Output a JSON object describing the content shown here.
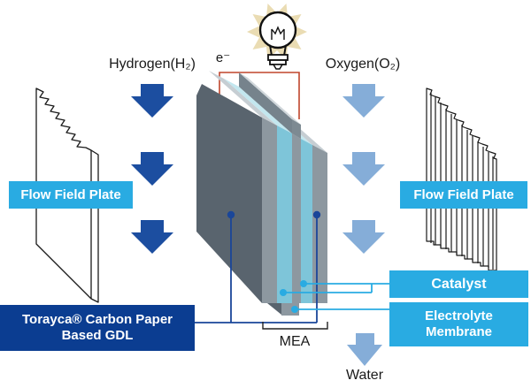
{
  "labels": {
    "hydrogen": "Hydrogen(H₂)",
    "oxygen": "Oxygen(O₂)",
    "electron": "e⁻",
    "water": "Water",
    "mea": "MEA",
    "flow_field_plate_left": "Flow Field Plate",
    "flow_field_plate_right": "Flow Field Plate",
    "catalyst": "Catalyst",
    "electrolyte_line1": "Electrolyte",
    "electrolyte_line2": "Membrane",
    "gdl_line1": "Torayca® Carbon Paper",
    "gdl_line2": "Based GDL"
  },
  "icons": {
    "light_bulb": "light-bulb-icon",
    "down_arrow_dark": "down-arrow-icon-dark-blue",
    "down_arrow_light": "down-arrow-icon-light-blue"
  },
  "colors": {
    "accent_cyan": "#29ABE2",
    "gdl_navy": "#0B3D91",
    "hydrogen_arrow_blue": "#1C4EA0",
    "oxygen_arrow_blue": "#85ADD8",
    "circuit_wire_red": "#C0452C",
    "stack_dark_gray": "#59646E",
    "stack_gray": "#8D98A0",
    "stack_catalyst_blue": "#7EC5D9",
    "stack_top_pale_gray": "#C6CED3",
    "stack_top_pale_blue": "#C3E7EF",
    "starburst_beige": "#EADCB3",
    "leader_dark_blue": "#1A4699"
  }
}
